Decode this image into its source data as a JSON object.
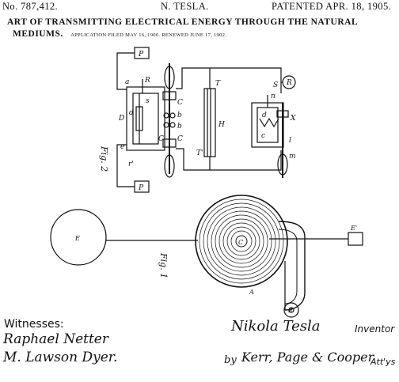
{
  "header": {
    "patent_number": "No. 787,412.",
    "inventor": "N. TESLA.",
    "patented": "PATENTED APR. 18, 1905."
  },
  "title": {
    "line1": "ART OF TRANSMITTING ELECTRICAL ENERGY THROUGH THE NATURAL",
    "line2": "MEDIUMS.",
    "line2_small": "APPLICATION FILED MAY 16, 1900.  RENEWED JUNE 17, 1902."
  },
  "figures": {
    "fig2_label": "Fig. 2",
    "fig1_label": "Fig. 1",
    "letters": {
      "P_top": "P",
      "P_bottom": "P",
      "a": "a",
      "R": "R",
      "D": "D",
      "s": "s",
      "d_left": "d",
      "e": "e",
      "r_prime": "r'",
      "C_left": "C",
      "b": "b",
      "b2": "b",
      "C2": "C",
      "C3": "C",
      "T": "T",
      "T_prime": "T'",
      "H": "H",
      "n": "n",
      "S": "S",
      "R_circle": "R",
      "d_right": "d",
      "c": "c",
      "X": "X",
      "l": "l",
      "m": "m",
      "E": "E",
      "E_prime": "E'",
      "C_center": "C",
      "A": "A",
      "B": "B"
    }
  },
  "signatures": {
    "witnesses_label": "Witnesses:",
    "witness1": "Raphael Netter",
    "witness2": "M. Lawson Dyer.",
    "inventor_signature": "Nikola Tesla",
    "inventor_label": "Inventor",
    "attorney_prefix": "by",
    "attorney": "Kerr, Page & Cooper",
    "attorney_label": "Att'ys"
  }
}
